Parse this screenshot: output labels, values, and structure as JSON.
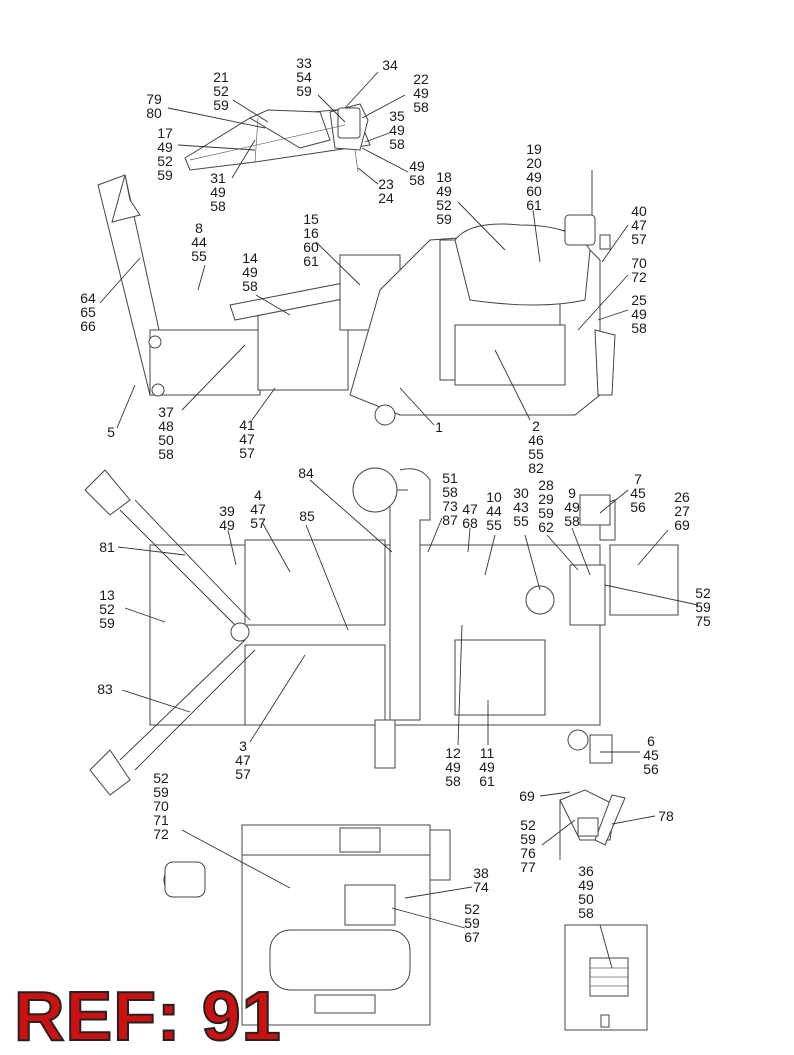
{
  "reference_stamp": "REF: 91",
  "colors": {
    "stamp_fill": "#cc1111",
    "stamp_outline": "#222222",
    "linework": "#333333"
  },
  "callouts": [
    {
      "id": "c01",
      "lines": [
        "33",
        "54",
        "59"
      ]
    },
    {
      "id": "c02",
      "lines": [
        "34"
      ]
    },
    {
      "id": "c03",
      "lines": [
        "21",
        "52",
        "59"
      ]
    },
    {
      "id": "c04",
      "lines": [
        "22",
        "49",
        "58"
      ]
    },
    {
      "id": "c05",
      "lines": [
        "79",
        "80"
      ]
    },
    {
      "id": "c06",
      "lines": [
        "35",
        "49",
        "58"
      ]
    },
    {
      "id": "c07",
      "lines": [
        "17",
        "49",
        "52",
        "59"
      ]
    },
    {
      "id": "c08",
      "lines": [
        "49",
        "58"
      ]
    },
    {
      "id": "c09",
      "lines": [
        "31",
        "49",
        "58"
      ]
    },
    {
      "id": "c10",
      "lines": [
        "23",
        "24"
      ]
    },
    {
      "id": "c11",
      "lines": [
        "19",
        "20",
        "49",
        "60",
        "61"
      ]
    },
    {
      "id": "c12",
      "lines": [
        "18",
        "49",
        "52",
        "59"
      ]
    },
    {
      "id": "c13",
      "lines": [
        "40",
        "47",
        "57"
      ]
    },
    {
      "id": "c14",
      "lines": [
        "15",
        "16",
        "60",
        "61"
      ]
    },
    {
      "id": "c15",
      "lines": [
        "8",
        "44",
        "55"
      ]
    },
    {
      "id": "c16",
      "lines": [
        "70",
        "72"
      ]
    },
    {
      "id": "c17",
      "lines": [
        "14",
        "49",
        "58"
      ]
    },
    {
      "id": "c18",
      "lines": [
        "25",
        "49",
        "58"
      ]
    },
    {
      "id": "c19",
      "lines": [
        "64",
        "65",
        "66"
      ]
    },
    {
      "id": "c20",
      "lines": [
        "37",
        "48",
        "50",
        "58"
      ]
    },
    {
      "id": "c21",
      "lines": [
        "41",
        "47",
        "57"
      ]
    },
    {
      "id": "c22",
      "lines": [
        "5"
      ]
    },
    {
      "id": "c23",
      "lines": [
        "1"
      ]
    },
    {
      "id": "c24",
      "lines": [
        "2",
        "46",
        "55",
        "82"
      ]
    },
    {
      "id": "c25",
      "lines": [
        "84"
      ]
    },
    {
      "id": "c26",
      "lines": [
        "51",
        "58",
        "73",
        "87"
      ]
    },
    {
      "id": "c27",
      "lines": [
        "7",
        "45",
        "56"
      ]
    },
    {
      "id": "c28",
      "lines": [
        "4",
        "47",
        "57"
      ]
    },
    {
      "id": "c29",
      "lines": [
        "47",
        "68"
      ]
    },
    {
      "id": "c30",
      "lines": [
        "10",
        "44",
        "55"
      ]
    },
    {
      "id": "c31",
      "lines": [
        "30",
        "43",
        "55"
      ]
    },
    {
      "id": "c32",
      "lines": [
        "28",
        "29",
        "59",
        "62"
      ]
    },
    {
      "id": "c33",
      "lines": [
        "9",
        "49",
        "58"
      ]
    },
    {
      "id": "c34",
      "lines": [
        "26",
        "27",
        "69"
      ]
    },
    {
      "id": "c35",
      "lines": [
        "39",
        "49"
      ]
    },
    {
      "id": "c36",
      "lines": [
        "85"
      ]
    },
    {
      "id": "c37",
      "lines": [
        "81"
      ]
    },
    {
      "id": "c38",
      "lines": [
        "13",
        "52",
        "59"
      ]
    },
    {
      "id": "c39",
      "lines": [
        "52",
        "59",
        "75"
      ]
    },
    {
      "id": "c40",
      "lines": [
        "83"
      ]
    },
    {
      "id": "c41",
      "lines": [
        "3",
        "47",
        "57"
      ]
    },
    {
      "id": "c42",
      "lines": [
        "12",
        "49",
        "58"
      ]
    },
    {
      "id": "c43",
      "lines": [
        "11",
        "49",
        "61"
      ]
    },
    {
      "id": "c44",
      "lines": [
        "6",
        "45",
        "56"
      ]
    },
    {
      "id": "c45",
      "lines": [
        "52",
        "59",
        "70",
        "71",
        "72"
      ]
    },
    {
      "id": "c46",
      "lines": [
        "69"
      ]
    },
    {
      "id": "c47",
      "lines": [
        "78"
      ]
    },
    {
      "id": "c48",
      "lines": [
        "52",
        "59",
        "76",
        "77"
      ]
    },
    {
      "id": "c49",
      "lines": [
        "38",
        "74"
      ]
    },
    {
      "id": "c50",
      "lines": [
        "36",
        "49",
        "50",
        "58"
      ]
    },
    {
      "id": "c51",
      "lines": [
        "52",
        "59",
        "67"
      ]
    }
  ]
}
